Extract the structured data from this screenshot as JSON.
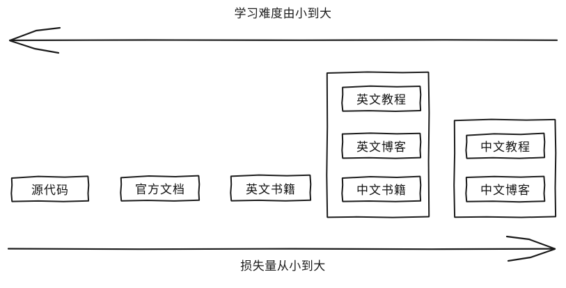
{
  "diagram": {
    "title_top": "学习难度由小到大",
    "title_bottom": "损失量从小到大",
    "stroke_color": "#1a1a1a",
    "background_color": "#ffffff",
    "axes": [
      {
        "name": "top-axis",
        "label": "学习难度由小到大",
        "direction": "left",
        "arrowhead": "left"
      },
      {
        "name": "bottom-axis",
        "label": "损失量从小到大",
        "direction": "right",
        "arrowhead": "right"
      }
    ],
    "items": [
      {
        "id": "source-code",
        "label": "源代码",
        "column": 1,
        "grouped": false
      },
      {
        "id": "official-docs",
        "label": "官方文档",
        "column": 2,
        "grouped": false
      },
      {
        "id": "english-books",
        "label": "英文书籍",
        "column": 3,
        "grouped": false
      },
      {
        "id": "english-tutorial",
        "label": "英文教程",
        "column": 4,
        "grouped": true
      },
      {
        "id": "english-blog",
        "label": "英文博客",
        "column": 4,
        "grouped": true
      },
      {
        "id": "chinese-books",
        "label": "中文书籍",
        "column": 4,
        "grouped": true
      },
      {
        "id": "chinese-tutorial",
        "label": "中文教程",
        "column": 5,
        "grouped": true
      },
      {
        "id": "chinese-blog",
        "label": "中文博客",
        "column": 5,
        "grouped": true
      }
    ],
    "groups": [
      {
        "id": "group-english",
        "members": [
          "英文教程",
          "英文博客",
          "中文书籍"
        ]
      },
      {
        "id": "group-chinese",
        "members": [
          "中文教程",
          "中文博客"
        ]
      }
    ]
  }
}
